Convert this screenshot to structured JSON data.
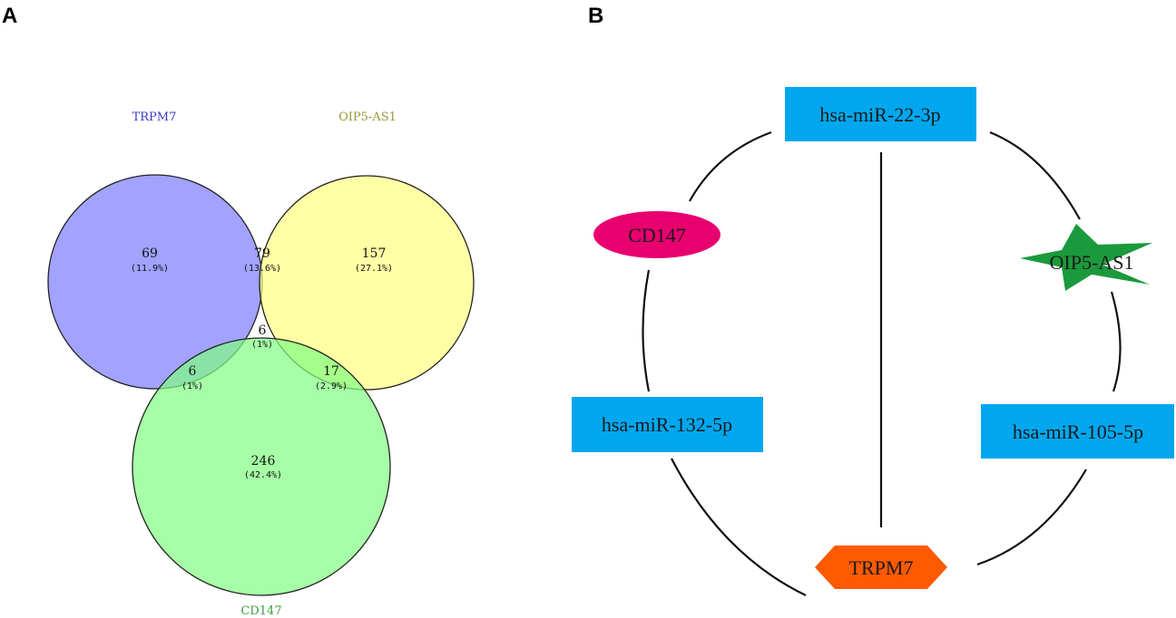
{
  "panels": {
    "a": "A",
    "b": "B"
  },
  "colors": {
    "trpm7": "#7b7bff",
    "oip5": "#ffff80",
    "cd147": "#80ff80",
    "trpm7_label": "#3a35c8",
    "oip5_label": "#9a9a3a",
    "cd147_label": "#3c9a3c",
    "mirna_box": "#00a7ef",
    "cd147_node": "#e8006f",
    "oip5_node": "#1a9a3c",
    "trpm7_node": "#ff5a00"
  },
  "venn": {
    "sets": [
      "TRPM7",
      "OIP5-AS1",
      "CD147"
    ],
    "regions": [
      {
        "id": "trpm7_only",
        "count": "69",
        "pct": "(11.9%)"
      },
      {
        "id": "trpm7_oip5",
        "count": "79",
        "pct": "(13.6%)"
      },
      {
        "id": "oip5_only",
        "count": "157",
        "pct": "(27.1%)"
      },
      {
        "id": "all",
        "count": "6",
        "pct": "(1%)"
      },
      {
        "id": "trpm7_cd147",
        "count": "6",
        "pct": "(1%)"
      },
      {
        "id": "oip5_cd147",
        "count": "17",
        "pct": "(2.9%)"
      },
      {
        "id": "cd147_only",
        "count": "246",
        "pct": "(42.4%)"
      }
    ]
  },
  "network": {
    "nodes": [
      {
        "id": "mir22",
        "label": "hsa-miR-22-3p",
        "shape": "rect-blue"
      },
      {
        "id": "cd147",
        "label": "CD147",
        "shape": "ellipse"
      },
      {
        "id": "oip5",
        "label": "OIP5-AS1",
        "shape": "star"
      },
      {
        "id": "mir132",
        "label": "hsa-miR-132-5p",
        "shape": "rect-blue"
      },
      {
        "id": "mir105",
        "label": "hsa-miR-105-5p",
        "shape": "rect-blue"
      },
      {
        "id": "trpm7",
        "label": "TRPM7",
        "shape": "hexagon"
      }
    ]
  }
}
